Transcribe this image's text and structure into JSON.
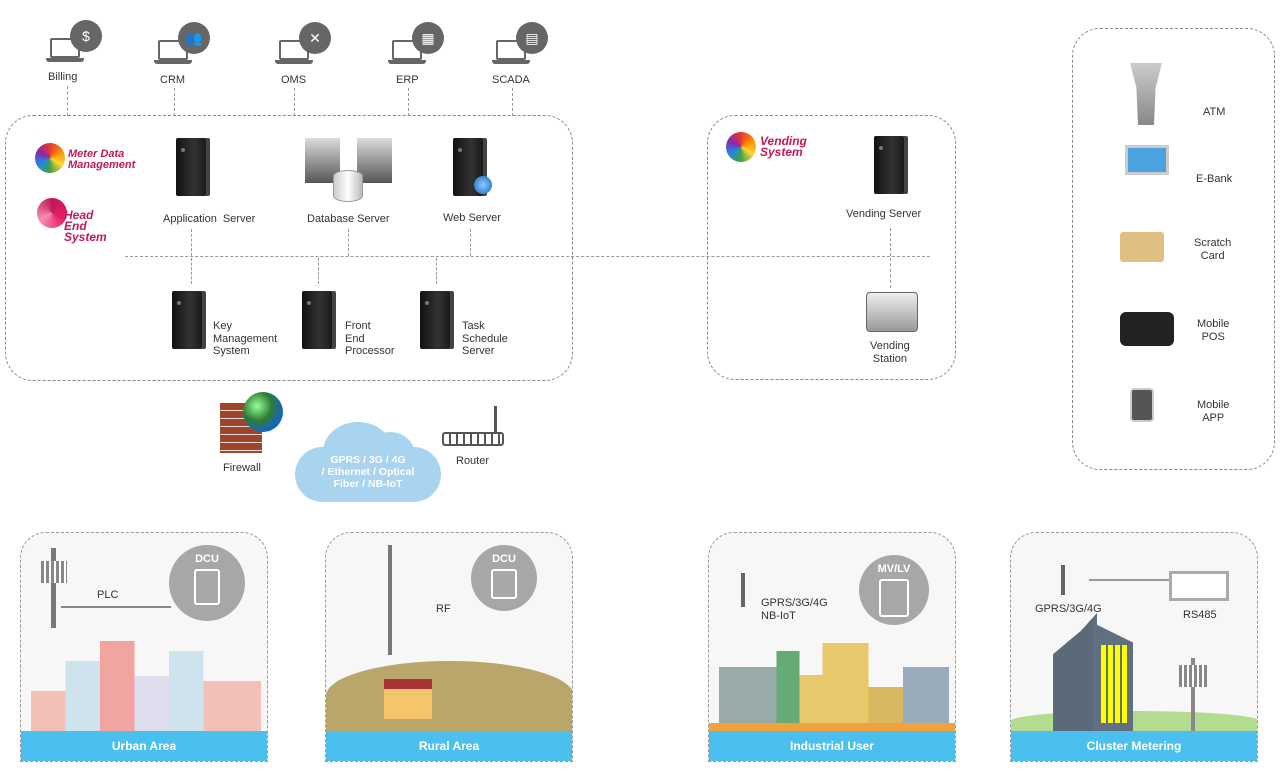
{
  "top_systems": [
    {
      "label": "Billing",
      "icon": "billing-icon",
      "glyph": "$"
    },
    {
      "label": "CRM",
      "icon": "crm-users-icon",
      "glyph": "👥"
    },
    {
      "label": "OMS",
      "icon": "oms-tools-icon",
      "glyph": "✕"
    },
    {
      "label": "ERP",
      "icon": "erp-icon",
      "glyph": "▦"
    },
    {
      "label": "SCADA",
      "icon": "scada-icon",
      "glyph": "▤"
    }
  ],
  "main": {
    "logos": {
      "mdm": "Meter Data Management",
      "hes": "Head End System"
    },
    "servers": {
      "app": "Application  Server",
      "db": "Database Server",
      "web": "Web Server",
      "kms": [
        "Key",
        "Management",
        "System"
      ],
      "fep": [
        "Front",
        "End",
        "Processor"
      ],
      "tss": [
        "Task",
        "Schedule",
        "Server"
      ]
    }
  },
  "vending": {
    "logo": "Vending System",
    "server": "Vending Server",
    "station": [
      "Vending",
      "Station"
    ]
  },
  "channels": [
    {
      "label": "ATM",
      "icon": "atm-kiosk-icon"
    },
    {
      "label": "E-Bank",
      "icon": "computer-icon"
    },
    {
      "label": [
        "Scratch",
        "Card"
      ],
      "icon": "scratch-card-icon"
    },
    {
      "label": [
        "Mobile",
        "POS"
      ],
      "icon": "pos-terminal-icon"
    },
    {
      "label": [
        "Mobile",
        "APP"
      ],
      "icon": "mobile-app-icon"
    }
  ],
  "network": {
    "firewall": "Firewall",
    "cloud": [
      "GPRS / 3G / 4G",
      "/ Ethernet / Optical",
      "Fiber / NB-IoT"
    ],
    "router": "Router"
  },
  "areas": [
    {
      "title": "Urban Area",
      "link": "PLC",
      "device": "DCU"
    },
    {
      "title": "Rural Area",
      "link": "RF",
      "device": "DCU"
    },
    {
      "title": "Industrial User",
      "link": [
        "GPRS/3G/4G",
        "NB-IoT"
      ],
      "device": "MV/LV"
    },
    {
      "title": "Cluster Metering",
      "link": "GPRS/3G/4G",
      "device": "RS485"
    }
  ],
  "colors": {
    "area_bar": "#4bbfee",
    "cloud": "#a8d4f0",
    "logo": "#c2185b",
    "circle": "#a7a7a7"
  }
}
